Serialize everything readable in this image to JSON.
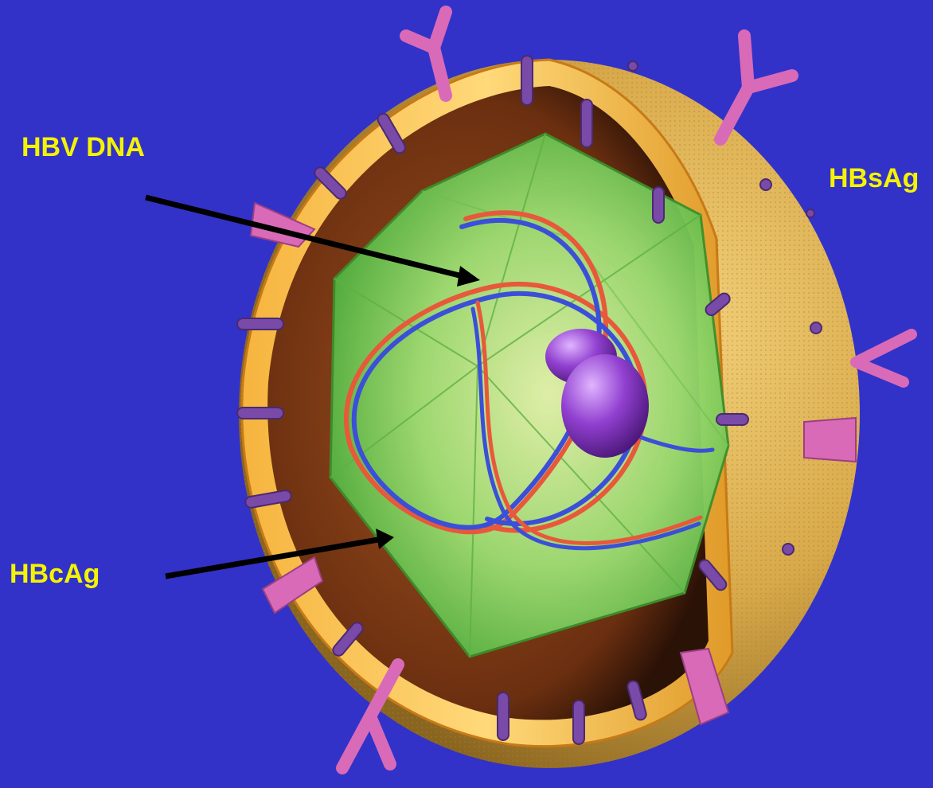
{
  "labels": {
    "hbv_dna": "HBV DNA",
    "hbsag": "HBsAg",
    "hbcag": "HBcAg"
  },
  "colors": {
    "background": "#3232c8",
    "label_text": "#f4f400",
    "envelope": "#e8b23a",
    "capsid": "#7fd25e",
    "dna_strand_a": "#3b4fd8",
    "dna_strand_b": "#e8583a",
    "polymerase": "#8a3fc0",
    "spike": "#d96ab8",
    "envelope_protein": "#7a4aa8",
    "arrow": "#000000"
  }
}
